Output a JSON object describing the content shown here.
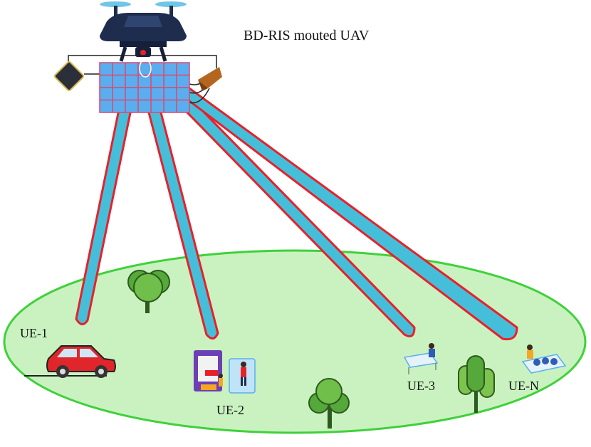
{
  "title": "BD-RIS mouted UAV",
  "users": [
    {
      "id": "ue1",
      "label": "UE-1",
      "device": "car-icon"
    },
    {
      "id": "ue2",
      "label": "UE-2",
      "device": "payment-icon"
    },
    {
      "id": "ue3",
      "label": "UE-3",
      "device": "worker-desk-icon"
    },
    {
      "id": "ueN",
      "label": "UE-N",
      "device": "worker-desk-icon"
    }
  ],
  "colors": {
    "ground_fill": "#c9f2c0",
    "ground_edge": "#3fd13a",
    "beam_fill": "#45bfd9",
    "beam_edge": "#e8202a",
    "ris_panel": "#5aaef0",
    "ris_border": "#e0466b",
    "drone_body": "#1e2d4d",
    "tree": "#55a83a"
  }
}
